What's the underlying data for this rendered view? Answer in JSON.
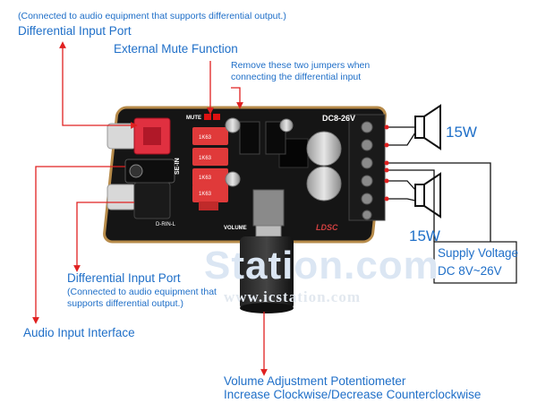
{
  "labels": {
    "top_note": "(Connected to audio equipment that supports differential output.)",
    "differential_input_port_top": "Differential Input Port",
    "external_mute": "External Mute Function",
    "jumper_note_line1": "Remove these two jumpers when",
    "jumper_note_line2": "connecting the differential input",
    "power_15w_top": "15W",
    "power_15w_bottom": "15W",
    "supply_voltage_line1": "Supply Voltage",
    "supply_voltage_line2": "DC 8V~26V",
    "differential_input_port_bottom": "Differential Input Port",
    "diff_note_line1": "(Connected to audio equipment that",
    "diff_note_line2": "supports differential output.)",
    "audio_input_interface": "Audio Input Interface",
    "volume_pot_line1": "Volume Adjustment Potentiometer",
    "volume_pot_line2": "Increase Clockwise/Decrease Counterclockwise"
  },
  "board_text": {
    "mute": "MUTE",
    "dc": "DC8-26V",
    "volume": "VOLUME",
    "d_rin_l": "D-RIN-L",
    "logo": "LDSC",
    "se_in": "SE-IN",
    "cap1": "1K63",
    "cap2": "1K63",
    "cap3": "1K63",
    "cap4": "1K63"
  },
  "watermark": {
    "main": "Station.com",
    "url": "www.icstation.com"
  },
  "colors": {
    "label_blue": "#1f6fc8",
    "arrow_red": "#e02020",
    "board_black": "#151515",
    "terminal_black": "#1a1a1a",
    "jack_red": "#e03040"
  }
}
